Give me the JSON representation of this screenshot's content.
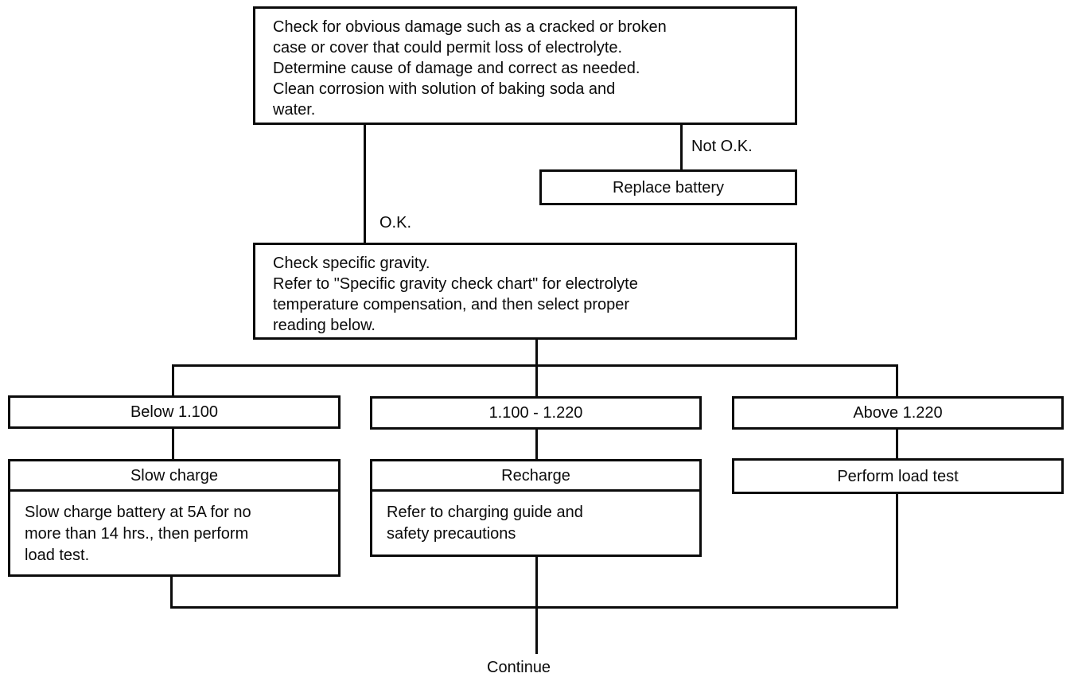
{
  "nodes": {
    "check_damage": {
      "lines": [
        "Check for obvious damage such as a cracked or broken",
        "case or cover that could permit loss of electrolyte.",
        "Determine cause of damage and correct as needed.",
        "Clean corrosion with solution of baking soda and",
        "water."
      ]
    },
    "replace_battery": {
      "label": "Replace battery"
    },
    "check_gravity": {
      "lines": [
        "Check specific gravity.",
        "Refer to \"Specific gravity check chart\" for electrolyte",
        "temperature compensation, and then select proper",
        "reading below."
      ]
    },
    "range_low": {
      "label": "Below 1.100"
    },
    "range_mid": {
      "label": "1.100 - 1.220"
    },
    "range_high": {
      "label": "Above 1.220"
    },
    "slow_charge": {
      "header": "Slow charge",
      "lines": [
        "Slow charge battery at 5A for no",
        "more than 14 hrs., then perform",
        "load test."
      ]
    },
    "recharge": {
      "header": "Recharge",
      "lines": [
        "Refer to charging guide and",
        "safety precautions"
      ]
    },
    "load_test": {
      "label": "Perform load test"
    }
  },
  "labels": {
    "not_ok": "Not O.K.",
    "ok": "O.K.",
    "continue": "Continue"
  },
  "colors": {
    "ink": "#0b0b0b",
    "background": "#ffffff"
  }
}
